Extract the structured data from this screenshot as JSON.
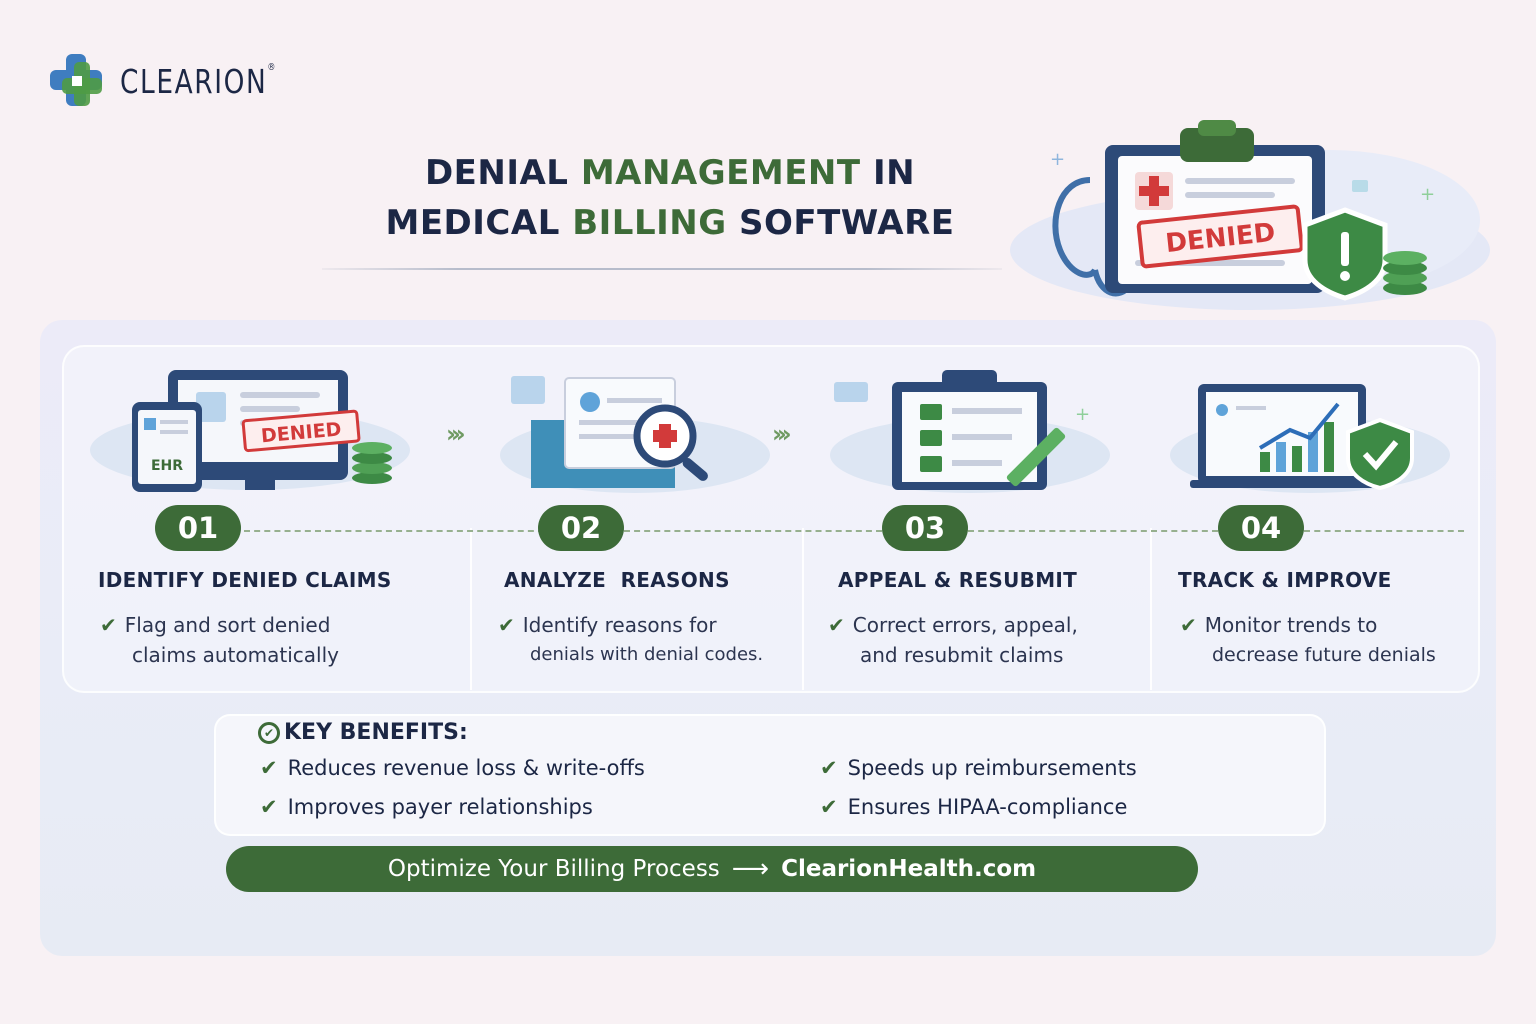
{
  "brand": {
    "name": "CLEARION",
    "mark": "®"
  },
  "title": {
    "line1_a": "DENIAL",
    "line1_b": "MANAGEMENT",
    "line1_c": "IN",
    "line2_a": "MEDICAL",
    "line2_b": "BILLING",
    "line2_c": "SOFTWARE"
  },
  "hero": {
    "stamp": "DENIED"
  },
  "steps": [
    {
      "number": "01",
      "title": "IDENTIFY DENIED CLAIMS",
      "desc_line1": "Flag and sort denied",
      "desc_line2": "claims automatically",
      "illus_stamp": "DENIED",
      "illus_tag": "EHR"
    },
    {
      "number": "02",
      "title": "ANALYZE  REASONS",
      "desc_line1": "Identify reasons for",
      "desc_line2": "denials with denial codes."
    },
    {
      "number": "03",
      "title": "APPEAL & RESUBMIT",
      "desc_line1": "Correct errors, appeal,",
      "desc_line2": "and resubmit claims"
    },
    {
      "number": "04",
      "title": "TRACK & IMPROVE",
      "desc_line1": "Monitor trends to",
      "desc_line2": "decrease future denials"
    }
  ],
  "benefits": {
    "title": "KEY BENEFITS:",
    "items": [
      "Reduces revenue loss & write-offs",
      "Speeds up reimbursements",
      "Improves payer relationships",
      "Ensures HIPAA-compliance"
    ]
  },
  "cta": {
    "text": "Optimize Your Billing Process",
    "arrow": "⟶",
    "site": "ClearionHealth.com"
  },
  "colors": {
    "green": "#3d6b38",
    "navy": "#1c2745",
    "red": "#d23a3a",
    "blue": "#3f6fa8"
  }
}
